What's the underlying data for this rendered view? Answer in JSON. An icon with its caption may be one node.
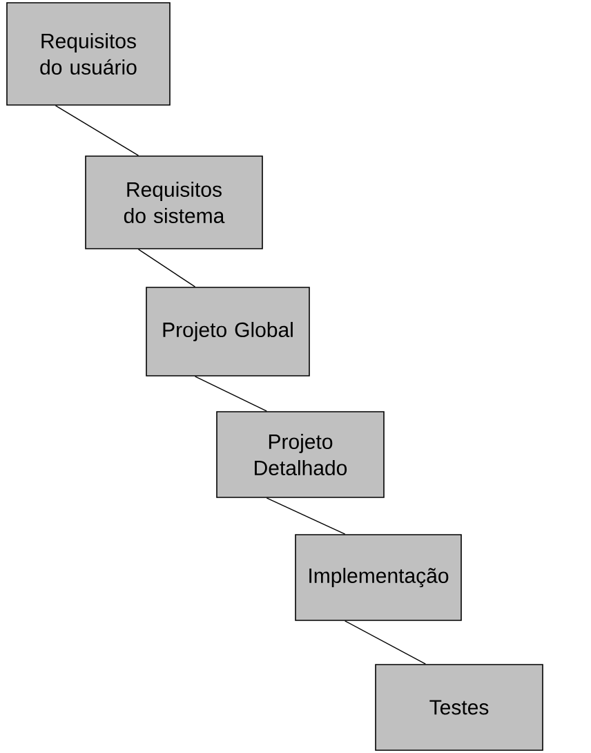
{
  "diagram": {
    "nodes": [
      {
        "text": [
          "Requisitos do usuário"
        ]
      },
      {
        "text": [
          "Requisitos do sistema"
        ]
      },
      {
        "text": [
          "Projeto Global"
        ]
      },
      {
        "text": [
          "Projeto Detalhado"
        ]
      },
      {
        "text": [
          "Implementação"
        ]
      },
      {
        "text": [
          "Testes"
        ]
      }
    ],
    "edges": [
      {
        "from": 0,
        "to": 1,
        "arrow": "none"
      },
      {
        "from": 1,
        "to": 2,
        "arrow": "none"
      },
      {
        "from": 2,
        "to": 3,
        "arrow": "none"
      },
      {
        "from": 3,
        "to": 4,
        "arrow": "none"
      },
      {
        "from": 4,
        "to": 5,
        "arrow": "none"
      }
    ]
  }
}
